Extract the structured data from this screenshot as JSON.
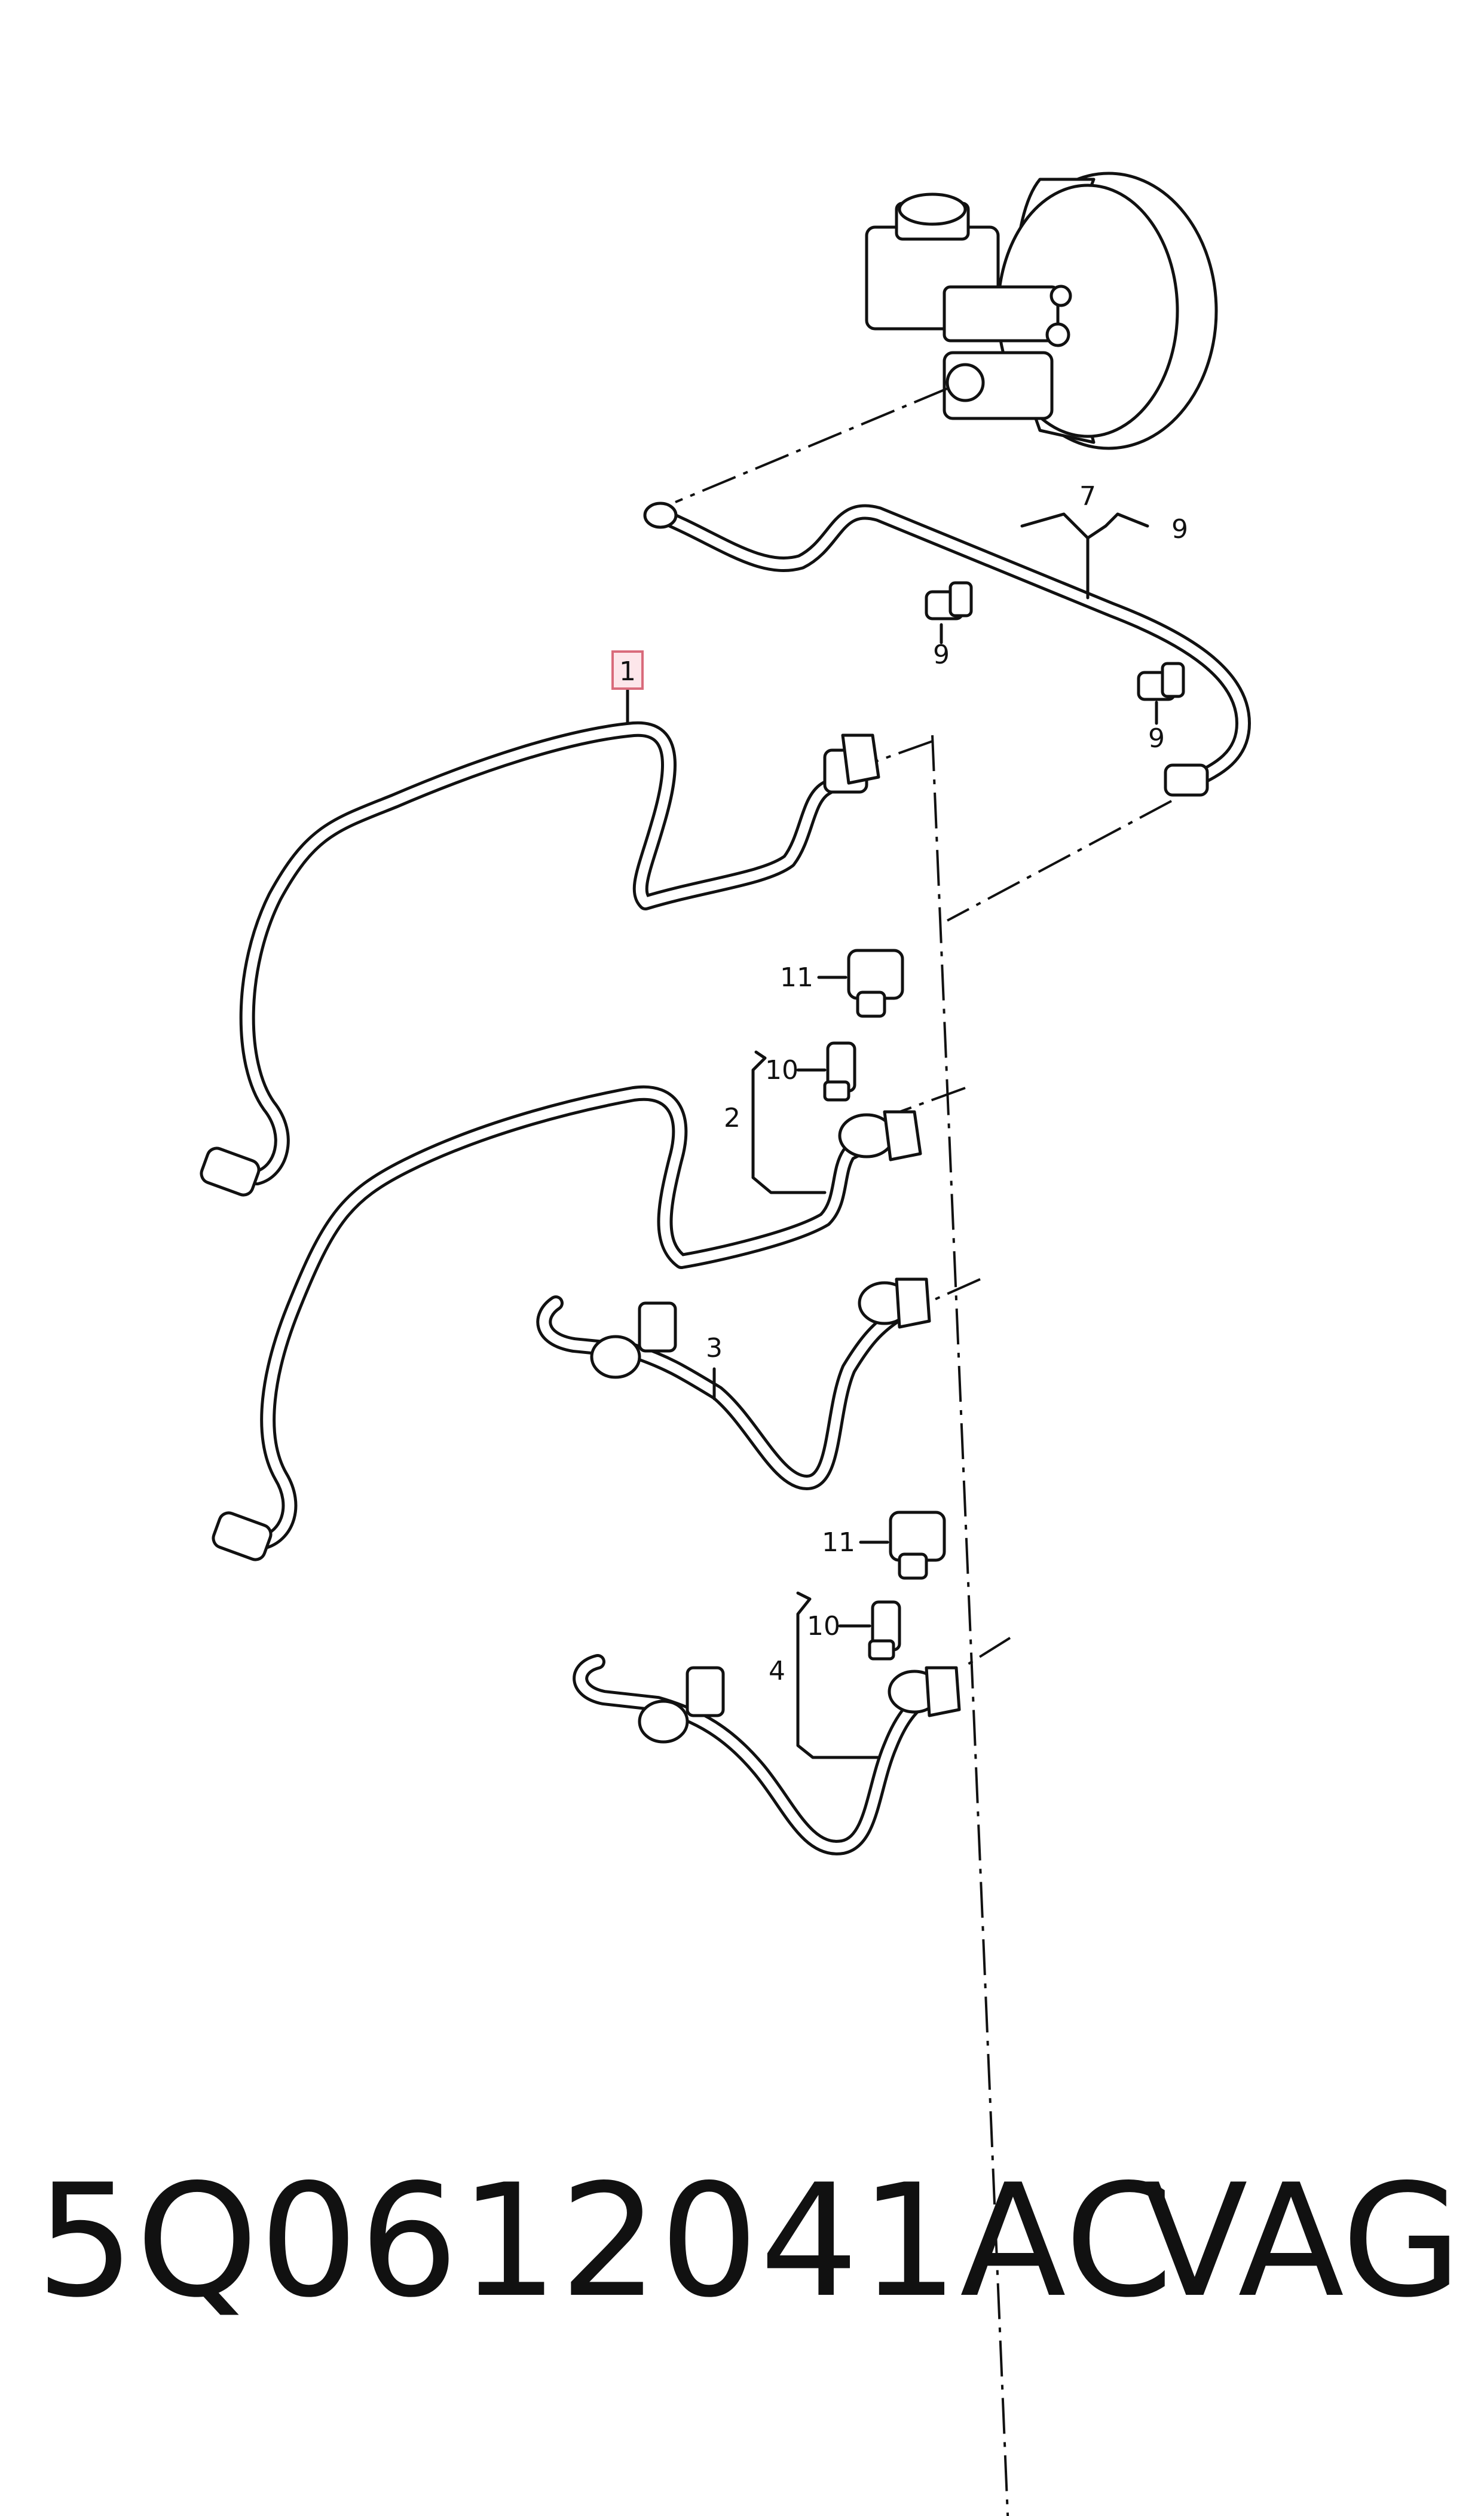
{
  "callouts": {
    "c1": "1",
    "c2": "2",
    "c3": "3",
    "c4": "4",
    "c7": "7",
    "c9a": "9",
    "c9b": "9",
    "c9c": "9",
    "c10a": "10",
    "c10b": "10",
    "c11a": "11",
    "c11b": "11"
  },
  "footer": {
    "part_number": "5Q0612041AC",
    "brand": "VAG"
  },
  "colors": {
    "highlight_fill": "#fde6ea",
    "highlight_stroke": "#d96b7b"
  }
}
